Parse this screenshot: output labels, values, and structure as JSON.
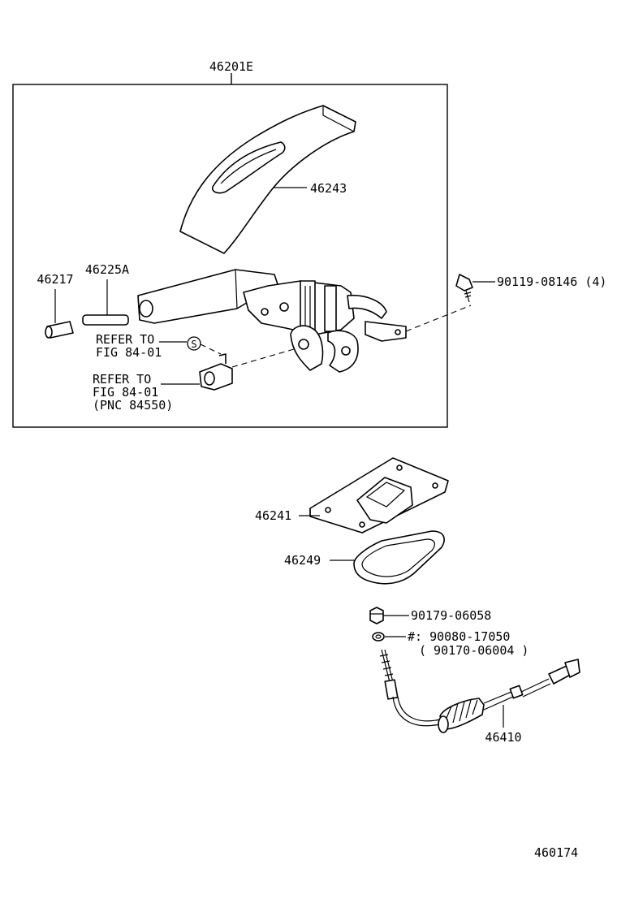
{
  "labels": {
    "assembly": "46201E",
    "cover": "46243",
    "spring": "46225A",
    "knob": "46217",
    "refer1_l1": "REFER TO",
    "refer1_l2": "FIG 84-01",
    "s_mark": "S",
    "refer2_l1": "REFER TO",
    "refer2_l2": "FIG 84-01",
    "refer2_l3": "(PNC 84550)",
    "bolt": "90119-08146 (4)",
    "retainer": "46241",
    "boot": "46249",
    "nut": "90179-06058",
    "washer_l1": "#: 90080-17050",
    "washer_l2": "( 90170-06004 )",
    "cable": "46410",
    "figure": "460174"
  }
}
